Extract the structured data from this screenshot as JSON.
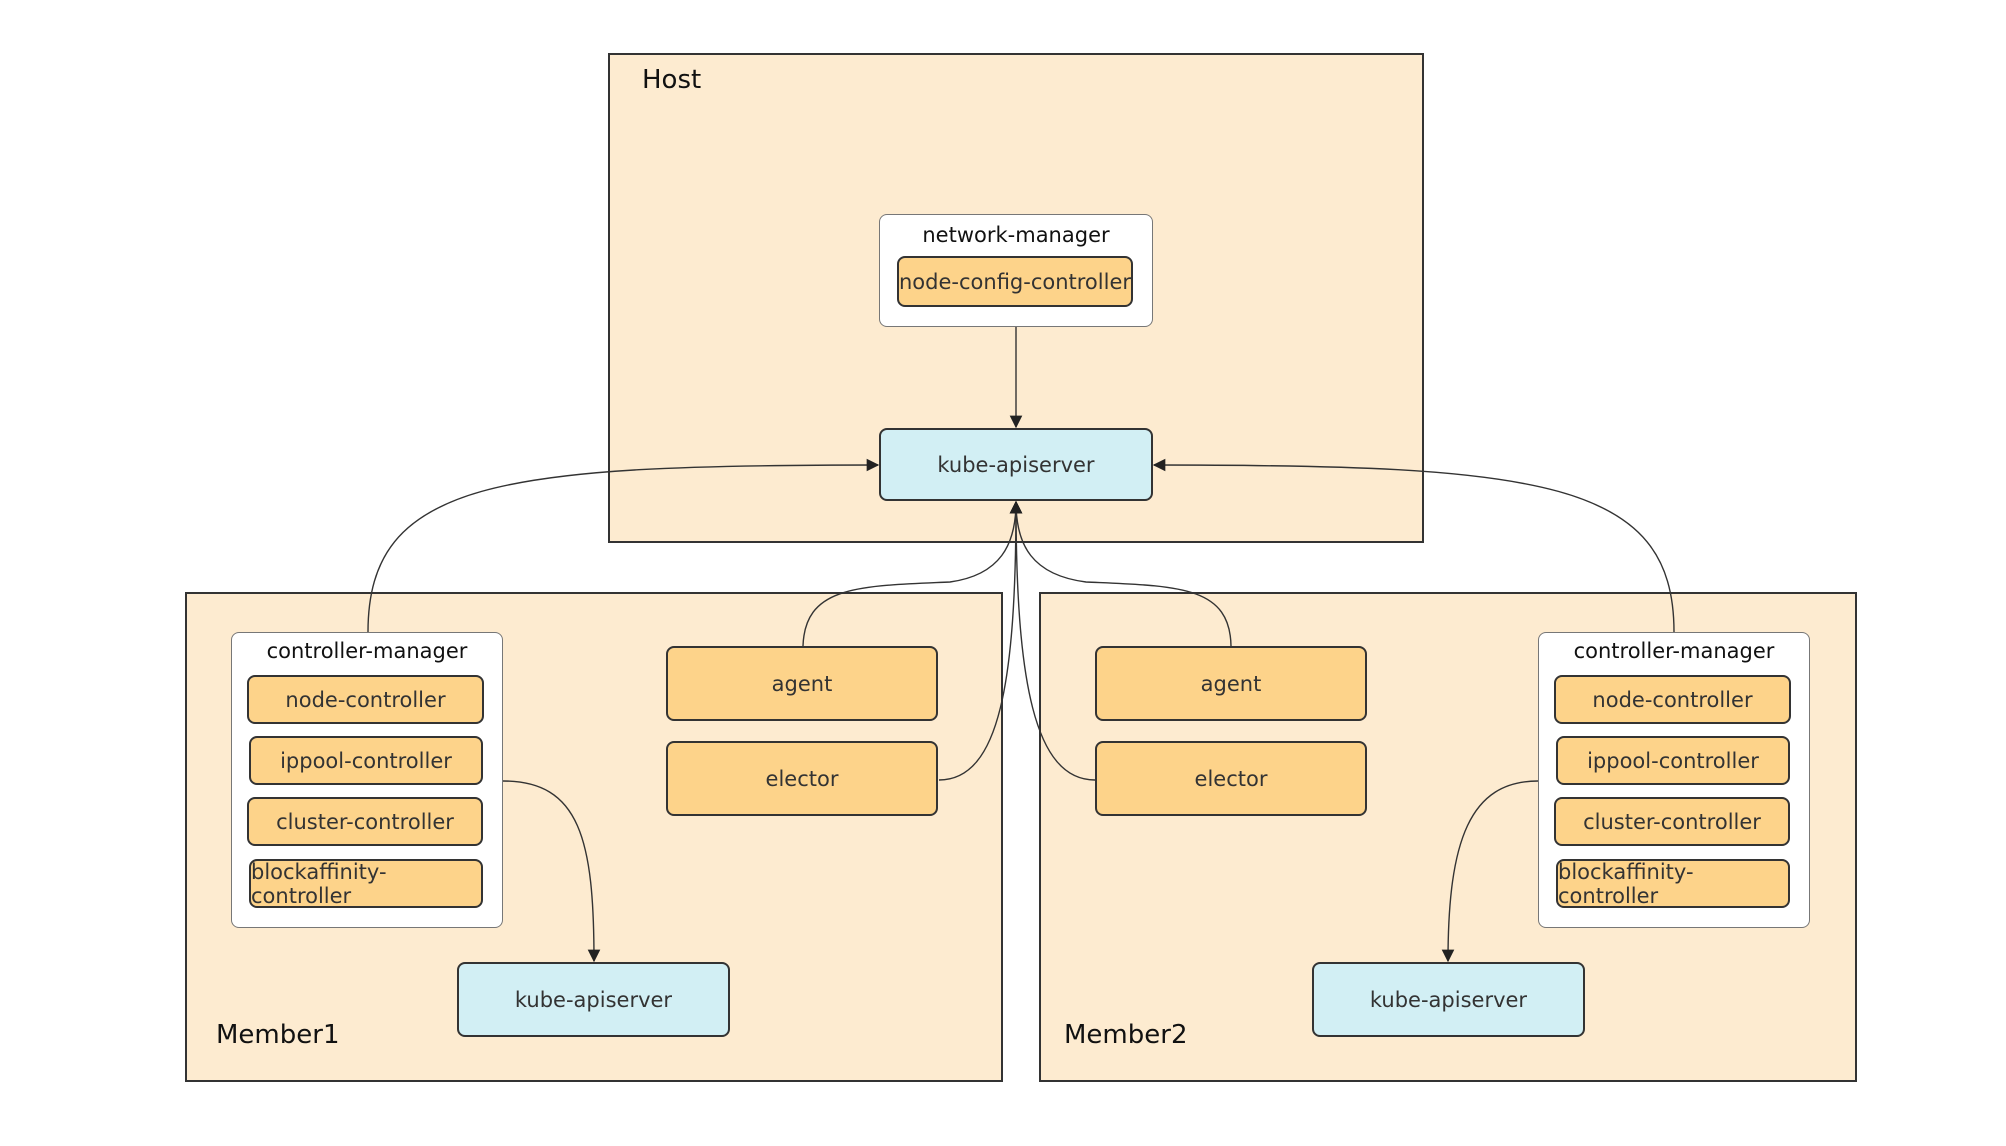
{
  "host": {
    "label": "Host",
    "network_manager": {
      "title": "network-manager",
      "controller": "node-config-controller"
    },
    "apiserver": "kube-apiserver"
  },
  "member1": {
    "label": "Member1",
    "controller_manager": {
      "title": "controller-manager",
      "controllers": [
        "node-controller",
        "ippool-controller",
        "cluster-controller",
        "blockaffinity-controller"
      ]
    },
    "agent": "agent",
    "elector": "elector",
    "apiserver": "kube-apiserver"
  },
  "member2": {
    "label": "Member2",
    "controller_manager": {
      "title": "controller-manager",
      "controllers": [
        "node-controller",
        "ippool-controller",
        "cluster-controller",
        "blockaffinity-controller"
      ]
    },
    "agent": "agent",
    "elector": "elector",
    "apiserver": "kube-apiserver"
  },
  "colors": {
    "region_fill": "#fdebd0",
    "component_fill": "#fdd38a",
    "apiserver_fill": "#d2eff4",
    "border": "#333333"
  }
}
